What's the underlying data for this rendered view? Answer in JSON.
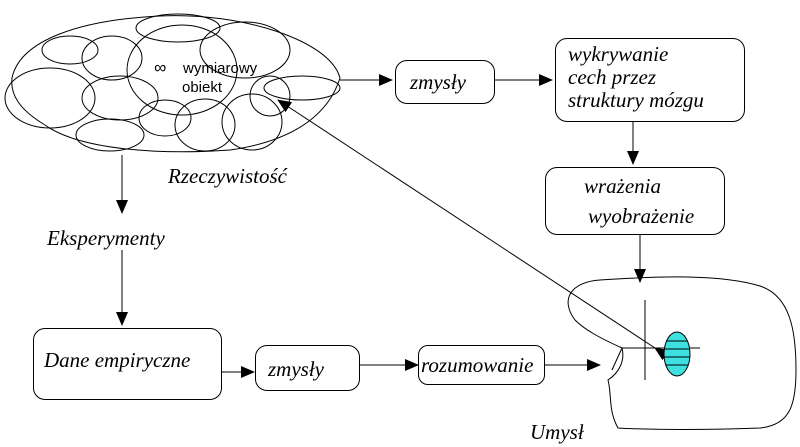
{
  "reality": {
    "object_symbol": "∞",
    "object_word1": "wymiarowy",
    "object_word2": "obiekt",
    "label": "Rzeczywistość"
  },
  "top_flow": {
    "senses_label": "zmysły",
    "detection_lines": [
      "wykrywanie",
      "cech przez",
      "struktury mózgu"
    ],
    "impressions_lines": [
      "wrażenia",
      "wyobrażenie"
    ]
  },
  "left_flow": {
    "experiments_label": "Eksperymenty",
    "empirical_data_label": "Dane empiryczne",
    "senses_label": "zmysły",
    "reasoning_label": "rozumowanie"
  },
  "mind": {
    "label": "Umysł",
    "accent_color": "#3ee0e0"
  }
}
